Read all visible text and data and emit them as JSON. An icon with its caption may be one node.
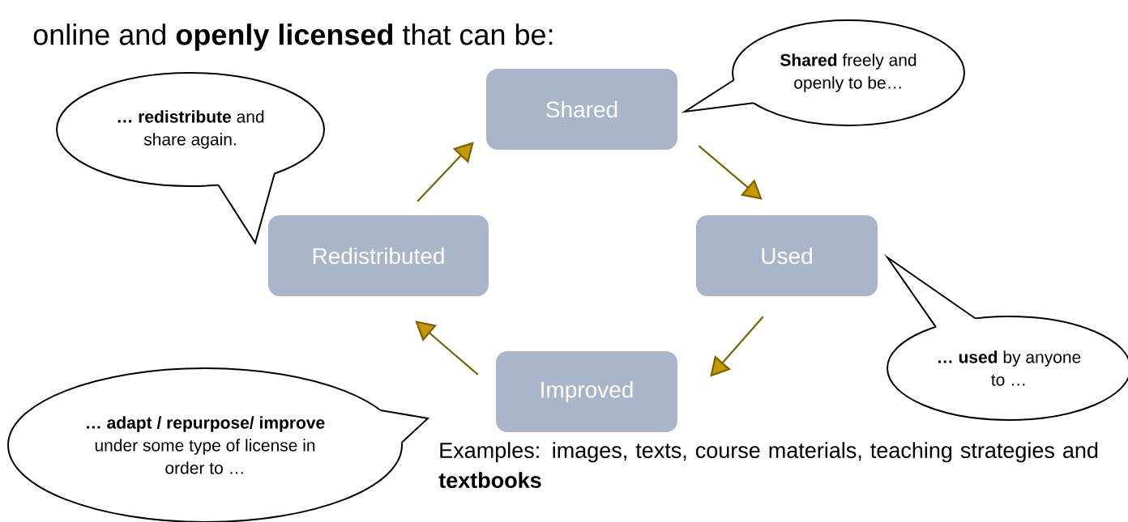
{
  "diagram": {
    "title": "online and **openly licensed**  that can be:",
    "nodes": [
      {
        "text": [
          "Shared"
        ]
      },
      {
        "text": [
          "Used"
        ]
      },
      {
        "text": [
          "Improved"
        ]
      },
      {
        "text": [
          "Redistributed"
        ]
      },
      {
        "text": [
          "**Shared** freely and openly to be…"
        ]
      },
      {
        "text": [
          "**… used** by anyone to …"
        ]
      },
      {
        "text": [
          "**… adapt / repurpose/ improve** under some type of license in order to …"
        ]
      },
      {
        "text": [
          "**… redistribute** and share again."
        ]
      }
    ],
    "edges": [
      {
        "from": 0,
        "to": 1,
        "arrow": "to"
      },
      {
        "from": 1,
        "to": 2,
        "arrow": "to"
      },
      {
        "from": 2,
        "to": 3,
        "arrow": "to"
      },
      {
        "from": 3,
        "to": 0,
        "arrow": "to"
      }
    ],
    "labels": [
      "Examples: images, texts, course materials, teaching strategies and **textbooks**"
    ]
  }
}
